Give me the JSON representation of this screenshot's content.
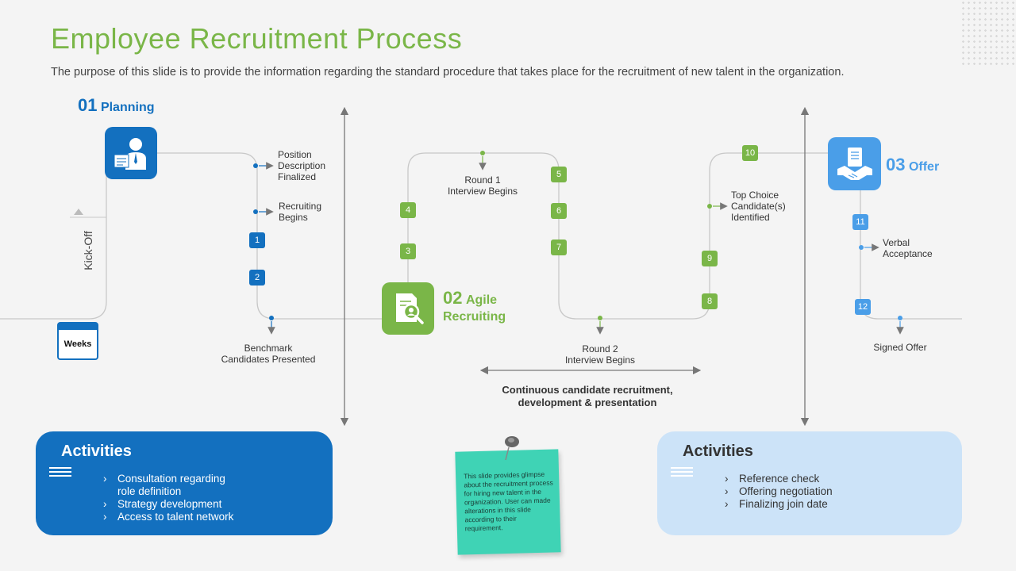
{
  "header": {
    "title": "Employee Recruitment Process",
    "subtitle": "The purpose of this slide is to provide the information regarding the standard procedure that takes place for the recruitment of new talent in the organization."
  },
  "colors": {
    "green": "#7ab648",
    "blue": "#1370bf",
    "light_blue": "#4a9ee8",
    "pale_blue": "#cce3f8",
    "note": "#3fd3b5"
  },
  "stages": [
    {
      "number": "01",
      "name": "Planning",
      "icon": "planning-person-icon"
    },
    {
      "number": "02",
      "name_line1": "Agile",
      "name_line2": "Recruiting",
      "icon": "magnifier-document-icon"
    },
    {
      "number": "03",
      "name": "Offer",
      "icon": "handshake-contract-icon"
    }
  ],
  "kickoff": {
    "label": "Kick-Off",
    "calendar": "Weeks"
  },
  "steps": [
    "1",
    "2",
    "3",
    "4",
    "5",
    "6",
    "7",
    "8",
    "9",
    "10",
    "11",
    "12"
  ],
  "milestones": {
    "position_description": [
      "Position",
      "Description",
      "Finalized"
    ],
    "recruiting_begins": [
      "Recruiting",
      "Begins"
    ],
    "benchmark": [
      "Benchmark",
      "Candidates Presented"
    ],
    "round1": [
      "Round 1",
      "Interview Begins"
    ],
    "round2": [
      "Round 2",
      "Interview Begins"
    ],
    "top_choice": [
      "Top Choice",
      "Candidate(s)",
      "Identified"
    ],
    "verbal": [
      "Verbal",
      "Acceptance"
    ],
    "signed": "Signed Offer"
  },
  "continuous": [
    "Continuous  candidate recruitment,",
    "development & presentation"
  ],
  "activities_left": {
    "title": "Activities",
    "items": [
      "Consultation regarding",
      "role definition",
      "Strategy development",
      "Access to talent network"
    ]
  },
  "activities_right": {
    "title": "Activities",
    "items": [
      "Reference  check",
      "Offering  negotiation",
      "Finalizing join date"
    ]
  },
  "note": {
    "text": "This slide provides glimpse about the recruitment process for hiring new talent in the organization. User can made alterations in this slide according to their requirement."
  }
}
